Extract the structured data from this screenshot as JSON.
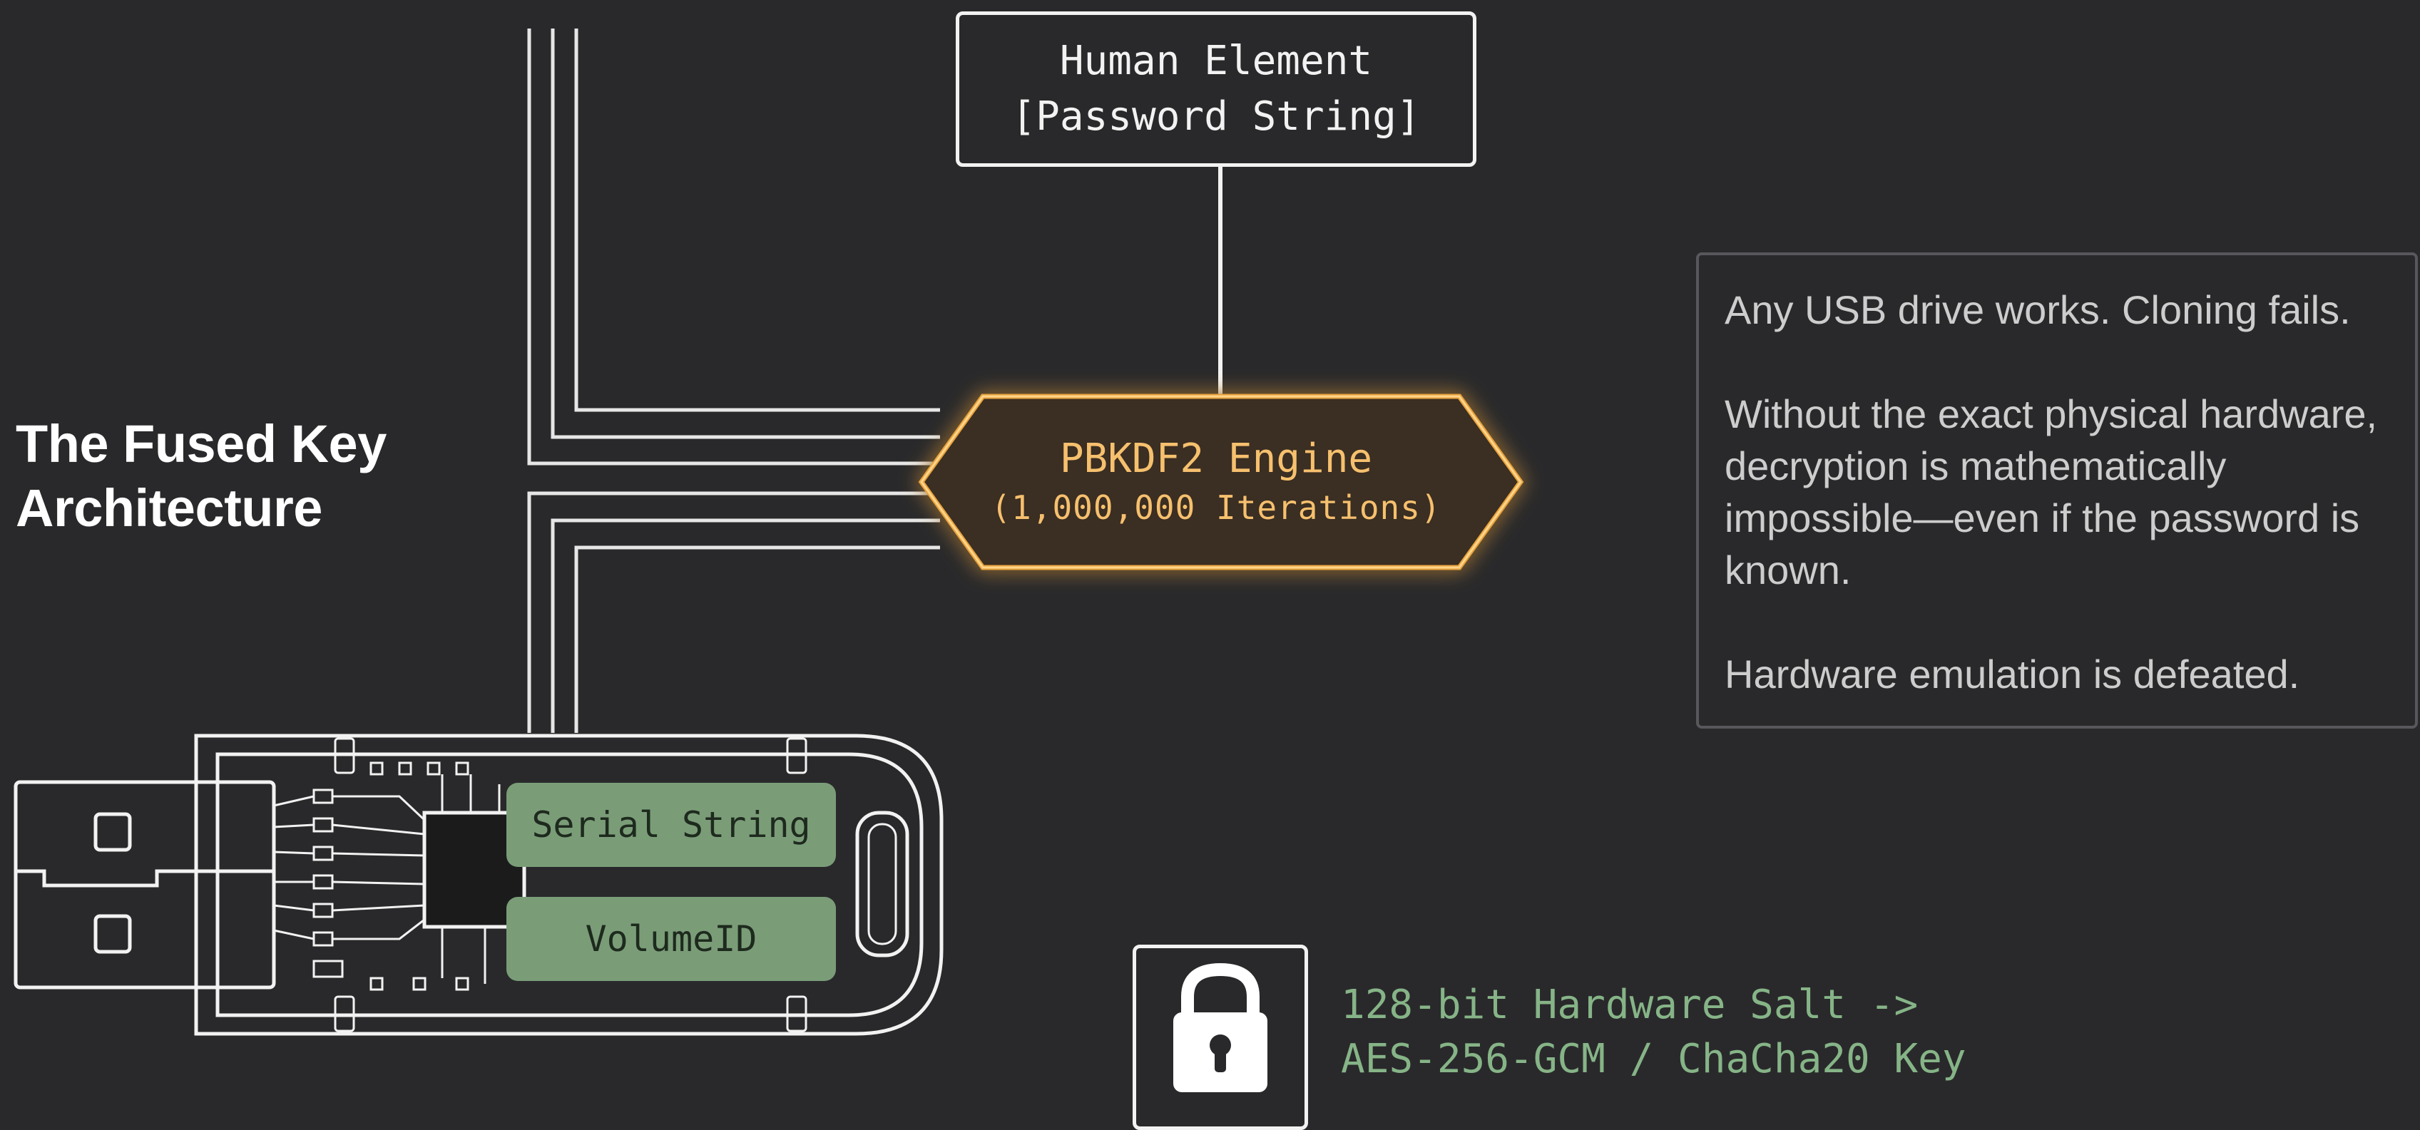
{
  "title": {
    "line1": "The Fused Key",
    "line2": "Architecture"
  },
  "human_element": {
    "line1": "Human Element",
    "line2": "[Password String]"
  },
  "engine": {
    "line1": "PBKDF2 Engine",
    "line2": "(1,000,000 Iterations)"
  },
  "usb": {
    "serial_label": "Serial String",
    "volume_label": "VolumeID"
  },
  "info": {
    "p1": "Any USB drive works. Cloning fails.",
    "p2": "Without the exact physical hardware, decryption is mathematically impossible—even if the password is known.",
    "p3": "Hardware emulation is defeated."
  },
  "output": {
    "line1": "128-bit Hardware Salt ->",
    "line2": "AES-256-GCM / ChaCha20 Key"
  },
  "icons": {
    "lock": "padlock-icon",
    "usb": "usb-drive-icon"
  },
  "colors": {
    "background": "#29292b",
    "line": "#f2f2f2",
    "engine_glow": "#e8a33c",
    "engine_text": "#f6c06e",
    "chip_fill": "#7a9d78",
    "output_text": "#86b487",
    "info_text": "#cdcdcd"
  }
}
